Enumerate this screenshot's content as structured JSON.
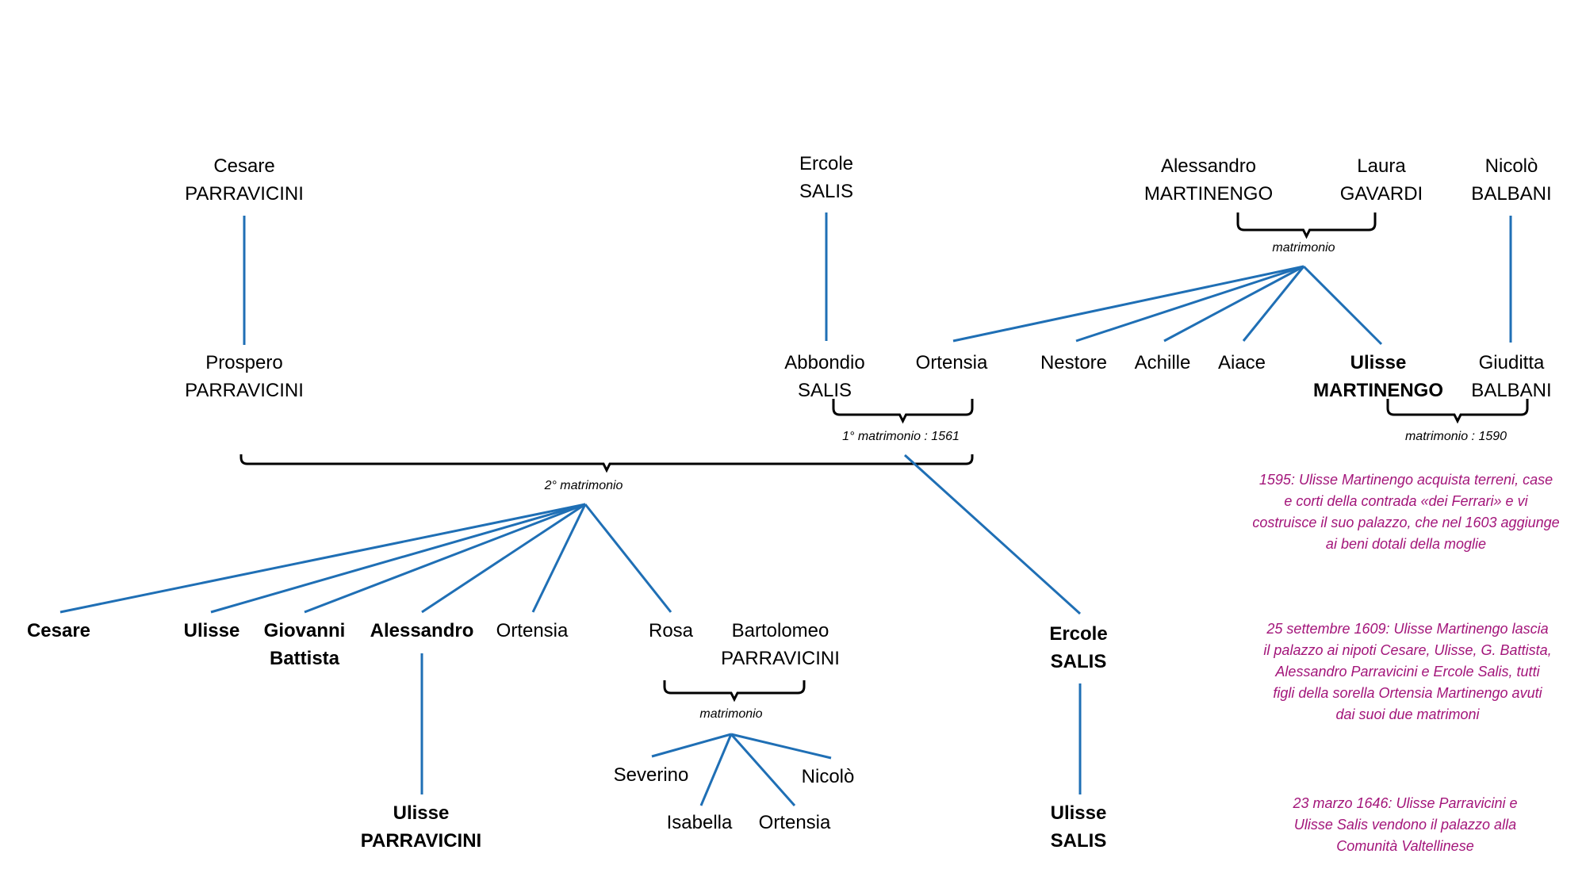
{
  "colors": {
    "connector": "#1F6FB5",
    "bracket": "#000000",
    "note": "#A3157A",
    "text": "#000000"
  },
  "people": {
    "cesare_parravicini_sr": {
      "first": "Cesare",
      "last": "PARRAVICINI"
    },
    "ercole_salis_sr": {
      "first": "Ercole",
      "last": "SALIS"
    },
    "alessandro_martinengo": {
      "first": "Alessandro",
      "last": "MARTINENGO"
    },
    "laura_gavardi": {
      "first": "Laura",
      "last": "GAVARDI"
    },
    "nicolo_balbani": {
      "first": "Nicolò",
      "last": "BALBANI"
    },
    "prospero_parravicini": {
      "first": "Prospero",
      "last": "PARRAVICINI"
    },
    "abbondio_salis": {
      "first": "Abbondio",
      "last": "SALIS"
    },
    "ortensia_martinengo": {
      "first": "Ortensia"
    },
    "nestore": {
      "first": "Nestore"
    },
    "achille": {
      "first": "Achille"
    },
    "aiace": {
      "first": "Aiace"
    },
    "ulisse_martinengo": {
      "first": "Ulisse",
      "last": "MARTINENGO"
    },
    "giuditta_balbani": {
      "first": "Giuditta",
      "last": "BALBANI"
    },
    "cesare_child": {
      "first": "Cesare"
    },
    "ulisse_child": {
      "first": "Ulisse"
    },
    "giovanni_battista": {
      "first": "Giovanni",
      "last": "Battista"
    },
    "alessandro_child": {
      "first": "Alessandro"
    },
    "ortensia_child": {
      "first": "Ortensia"
    },
    "rosa": {
      "first": "Rosa"
    },
    "bartolomeo_parravicini": {
      "first": "Bartolomeo",
      "last": "PARRAVICINI"
    },
    "ercole_salis_jr": {
      "first": "Ercole",
      "last": "SALIS"
    },
    "severino": {
      "first": "Severino"
    },
    "nicolo_child": {
      "first": "Nicolò"
    },
    "isabella": {
      "first": "Isabella"
    },
    "ortensia_grandchild": {
      "first": "Ortensia"
    },
    "ulisse_parravicini": {
      "first": "Ulisse",
      "last": "PARRAVICINI"
    },
    "ulisse_salis": {
      "first": "Ulisse",
      "last": "SALIS"
    }
  },
  "marriages": {
    "martinengo_gavardi": "matrimonio",
    "salis_martinengo": "1° matrimonio : 1561",
    "martinengo_balbani": "matrimonio : 1590",
    "parravicini_martinengo": "2° matrimonio",
    "rosa_bartolomeo": "matrimonio"
  },
  "notes": {
    "n1595": [
      "1595: Ulisse Martinengo acquista terreni, case",
      "e corti della contrada «dei Ferrari» e vi",
      "costruisce il suo palazzo, che nel 1603 aggiunge",
      "ai beni dotali della moglie"
    ],
    "n1609": [
      "25 settembre 1609: Ulisse Martinengo lascia",
      "il palazzo ai nipoti Cesare, Ulisse, G. Battista,",
      "Alessandro Parravicini e Ercole Salis, tutti",
      "figli della sorella Ortensia Martinengo avuti",
      "dai suoi due matrimoni"
    ],
    "n1646": [
      "23 marzo 1646: Ulisse Parravicini e",
      "Ulisse Salis vendono il palazzo alla",
      "Comunità Valtellinese"
    ]
  }
}
